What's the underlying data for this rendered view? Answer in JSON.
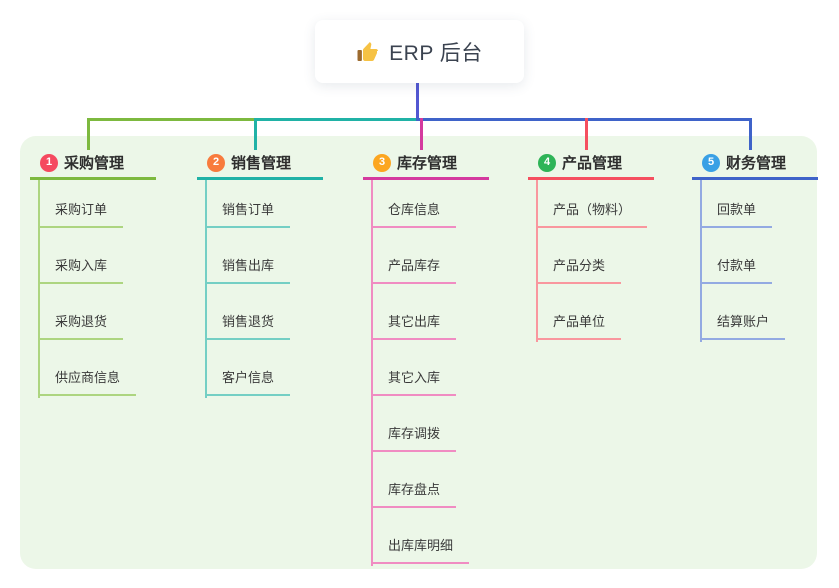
{
  "root": {
    "title": "ERP 后台",
    "icon": "thumbs-up-icon",
    "icon_color": "#f6c244",
    "sleeve_color": "#9c6a2f"
  },
  "canvas": {
    "panel_color": "#ecf7e8",
    "root_line_color": "#5257d2"
  },
  "branches": [
    {
      "index": "1",
      "label": "采购管理",
      "badge_color": "#f54a5f",
      "line_color": "#7db93f",
      "child_line_color": "#add580",
      "children": [
        "采购订单",
        "采购入库",
        "采购退货",
        "供应商信息"
      ]
    },
    {
      "index": "2",
      "label": "销售管理",
      "badge_color": "#f87b3d",
      "line_color": "#20b2a6",
      "child_line_color": "#74cfc4",
      "children": [
        "销售订单",
        "销售出库",
        "销售退货",
        "客户信息"
      ]
    },
    {
      "index": "3",
      "label": "库存管理",
      "badge_color": "#fca620",
      "line_color": "#d43a9e",
      "child_line_color": "#f08cc2",
      "children": [
        "仓库信息",
        "产品库存",
        "其它出库",
        "其它入库",
        "库存调拨",
        "库存盘点",
        "出库库明细"
      ]
    },
    {
      "index": "4",
      "label": "产品管理",
      "badge_color": "#2eb457",
      "line_color": "#f54f5f",
      "child_line_color": "#f9979e",
      "children": [
        "产品（物料）",
        "产品分类",
        "产品单位"
      ]
    },
    {
      "index": "5",
      "label": "财务管理",
      "badge_color": "#39a0e5",
      "line_color": "#3f63c9",
      "child_line_color": "#93aae2",
      "children": [
        "回款单",
        "付款单",
        "结算账户"
      ]
    }
  ]
}
